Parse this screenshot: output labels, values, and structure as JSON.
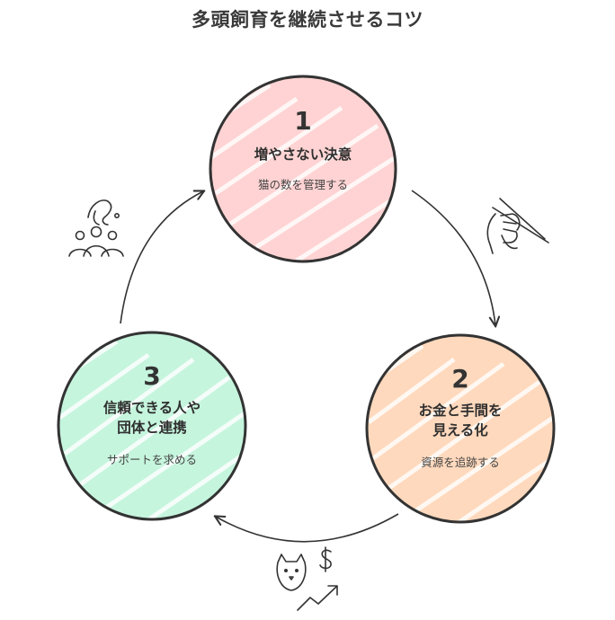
{
  "title": "多頭飼育を継続させるコツ",
  "colors": {
    "node1_fill": "#ffd3d3",
    "node2_fill": "#ffd9bd",
    "node3_fill": "#c6f5de",
    "outline": "#333333"
  },
  "nodes": [
    {
      "number": "1",
      "heading_lines": [
        "増やさない決意"
      ],
      "subtitle": "猫の数を管理する",
      "icon": "hand-holding-chopsticks-icon"
    },
    {
      "number": "2",
      "heading_lines": [
        "お金と手間を",
        "見える化"
      ],
      "subtitle": "資源を追跡する",
      "icon": "cat-money-growth-icon"
    },
    {
      "number": "3",
      "heading_lines": [
        "信頼できる人や",
        "団体と連携"
      ],
      "subtitle": "サポートを求める",
      "icon": "people-question-icon"
    }
  ]
}
